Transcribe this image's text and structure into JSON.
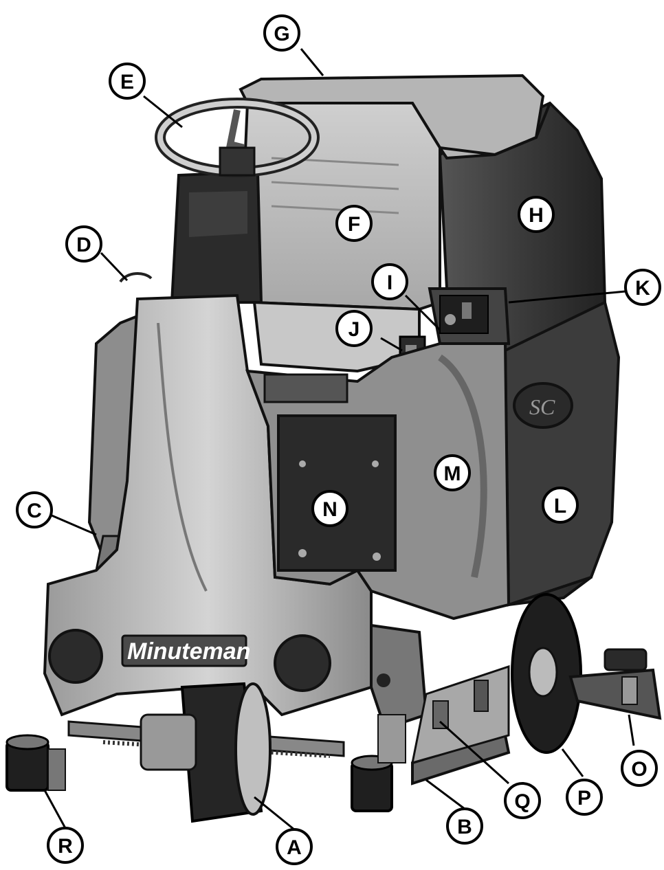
{
  "figure": {
    "brand": "Minuteman",
    "callouts": [
      "A",
      "B",
      "C",
      "D",
      "E",
      "F",
      "G",
      "H",
      "I",
      "J",
      "K",
      "L",
      "M",
      "N",
      "O",
      "P",
      "Q",
      "R"
    ]
  }
}
